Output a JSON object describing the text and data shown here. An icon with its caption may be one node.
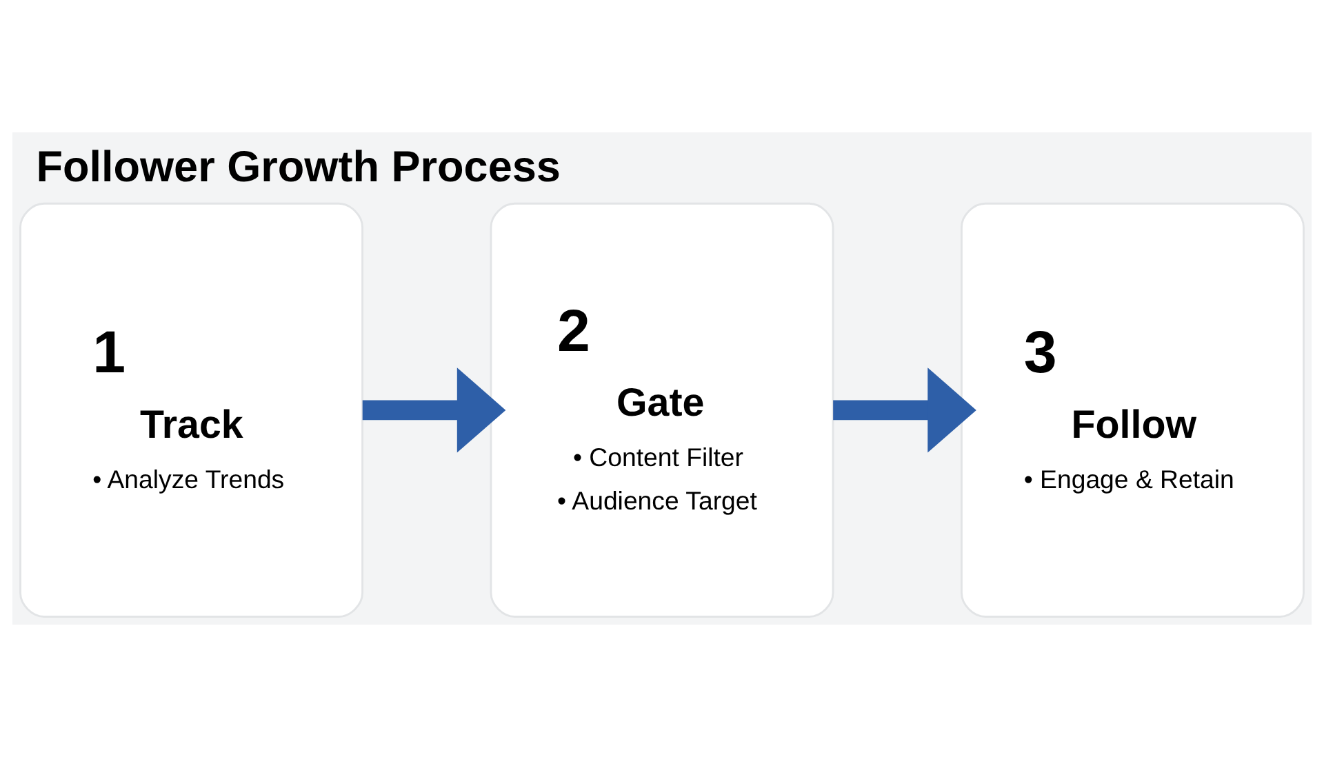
{
  "diagram": {
    "title": "Follower Growth Process",
    "nodes": [
      {
        "text": [
          "1",
          "Track",
          "• Analyze Trends"
        ]
      },
      {
        "text": [
          "2",
          "Gate",
          "• Content Filter",
          "• Audience Target"
        ]
      },
      {
        "text": [
          "3",
          "Follow",
          "• Engage & Retain"
        ]
      }
    ],
    "edges": [
      {
        "from": 0,
        "to": 1,
        "arrow": "to"
      },
      {
        "from": 1,
        "to": 2,
        "arrow": "to"
      }
    ]
  }
}
